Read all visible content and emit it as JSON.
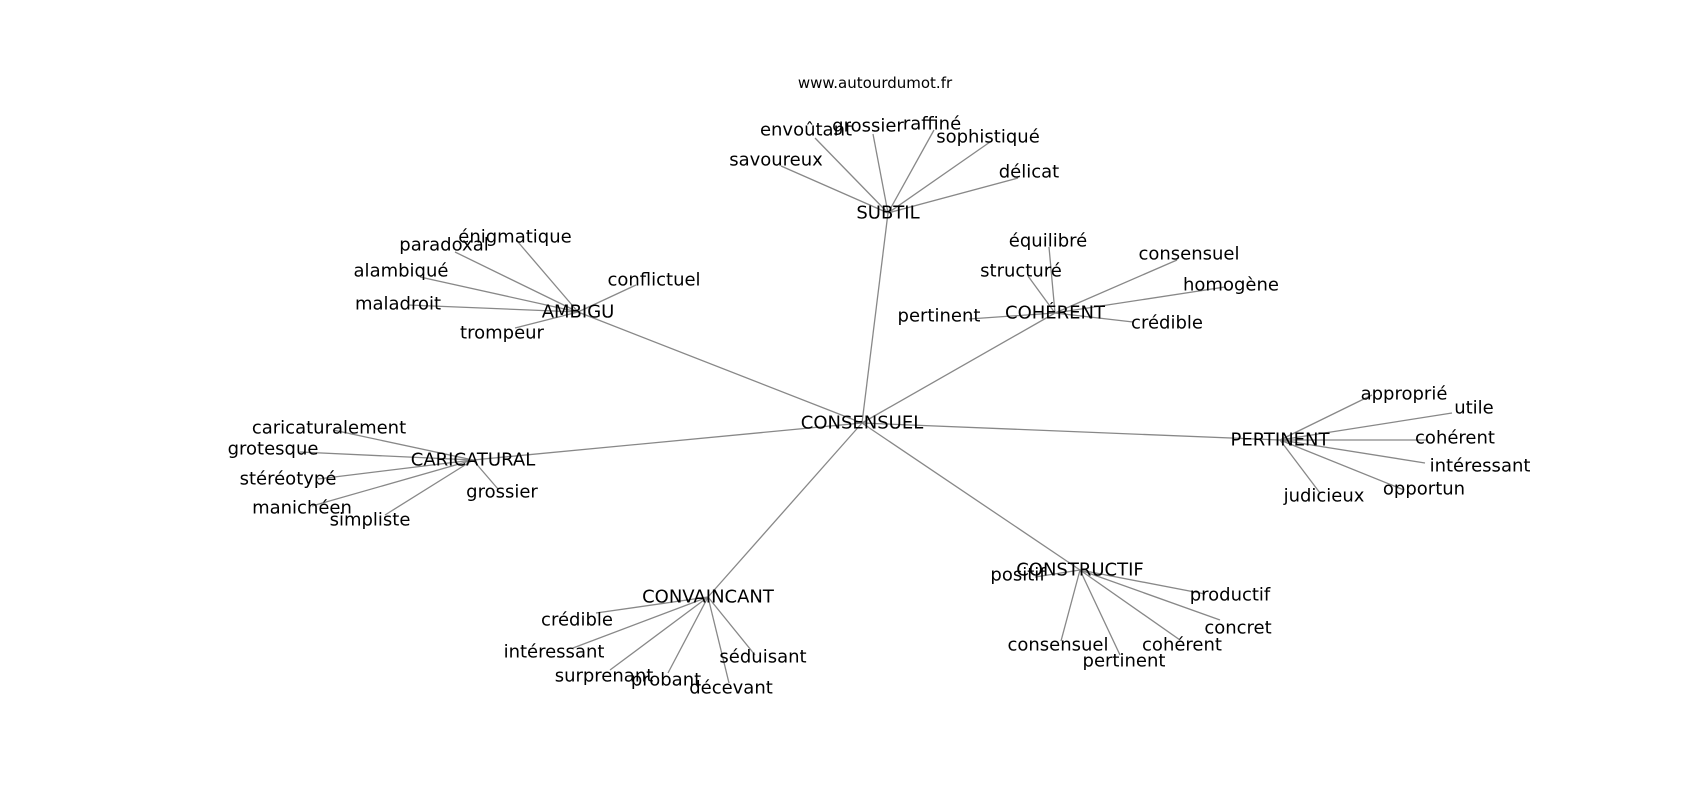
{
  "credit": "www.autourdumot.fr",
  "center": {
    "label": "CONSENSUEL"
  },
  "hubs": [
    {
      "key": "subtil",
      "label": "SUBTIL",
      "leaves": [
        {
          "key": "envoutant",
          "label": "envoûtant"
        },
        {
          "key": "grossier",
          "label": "grossier"
        },
        {
          "key": "raffine",
          "label": "raffiné"
        },
        {
          "key": "sophistique",
          "label": "sophistiqué"
        },
        {
          "key": "savoureux",
          "label": "savoureux"
        },
        {
          "key": "delicat",
          "label": "délicat"
        }
      ]
    },
    {
      "key": "ambigu",
      "label": "AMBIGU",
      "leaves": [
        {
          "key": "enigmatique",
          "label": "énigmatique"
        },
        {
          "key": "paradoxal",
          "label": "paradoxal"
        },
        {
          "key": "alambique",
          "label": "alambiqué"
        },
        {
          "key": "maladroit",
          "label": "maladroit"
        },
        {
          "key": "trompeur",
          "label": "trompeur"
        },
        {
          "key": "conflictuel",
          "label": "conflictuel"
        }
      ]
    },
    {
      "key": "coherent",
      "label": "COHÉRENT",
      "leaves": [
        {
          "key": "equilibre",
          "label": "équilibré"
        },
        {
          "key": "structure",
          "label": "structuré"
        },
        {
          "key": "consensuel",
          "label": "consensuel"
        },
        {
          "key": "homogene",
          "label": "homogène"
        },
        {
          "key": "pertinent",
          "label": "pertinent"
        },
        {
          "key": "credible",
          "label": "crédible"
        }
      ]
    },
    {
      "key": "pertinent",
      "label": "PERTINENT",
      "leaves": [
        {
          "key": "approprie",
          "label": "approprié"
        },
        {
          "key": "utile",
          "label": "utile"
        },
        {
          "key": "coherent",
          "label": "cohérent"
        },
        {
          "key": "interessant",
          "label": "intéressant"
        },
        {
          "key": "opportun",
          "label": "opportun"
        },
        {
          "key": "judicieux",
          "label": "judicieux"
        }
      ]
    },
    {
      "key": "caricatural",
      "label": "CARICATURAL",
      "leaves": [
        {
          "key": "caricaturalement",
          "label": "caricaturalement"
        },
        {
          "key": "grotesque",
          "label": "grotesque"
        },
        {
          "key": "stereotype",
          "label": "stéréotypé"
        },
        {
          "key": "manicheen",
          "label": "manichéen"
        },
        {
          "key": "simpliste",
          "label": "simpliste"
        },
        {
          "key": "grossier",
          "label": "grossier"
        }
      ]
    },
    {
      "key": "constructif",
      "label": "CONSTRUCTIF",
      "leaves": [
        {
          "key": "positif",
          "label": "positif"
        },
        {
          "key": "productif",
          "label": "productif"
        },
        {
          "key": "concret",
          "label": "concret"
        },
        {
          "key": "coherent",
          "label": "cohérent"
        },
        {
          "key": "consensuel",
          "label": "consensuel"
        },
        {
          "key": "pertinent",
          "label": "pertinent"
        }
      ]
    },
    {
      "key": "convaincant",
      "label": "CONVAINCANT",
      "leaves": [
        {
          "key": "credible",
          "label": "crédible"
        },
        {
          "key": "interessant",
          "label": "intéressant"
        },
        {
          "key": "surprenant",
          "label": "surprenant"
        },
        {
          "key": "probant",
          "label": "probant"
        },
        {
          "key": "decevant",
          "label": "décevant"
        },
        {
          "key": "seduisant",
          "label": "séduisant"
        }
      ]
    }
  ]
}
